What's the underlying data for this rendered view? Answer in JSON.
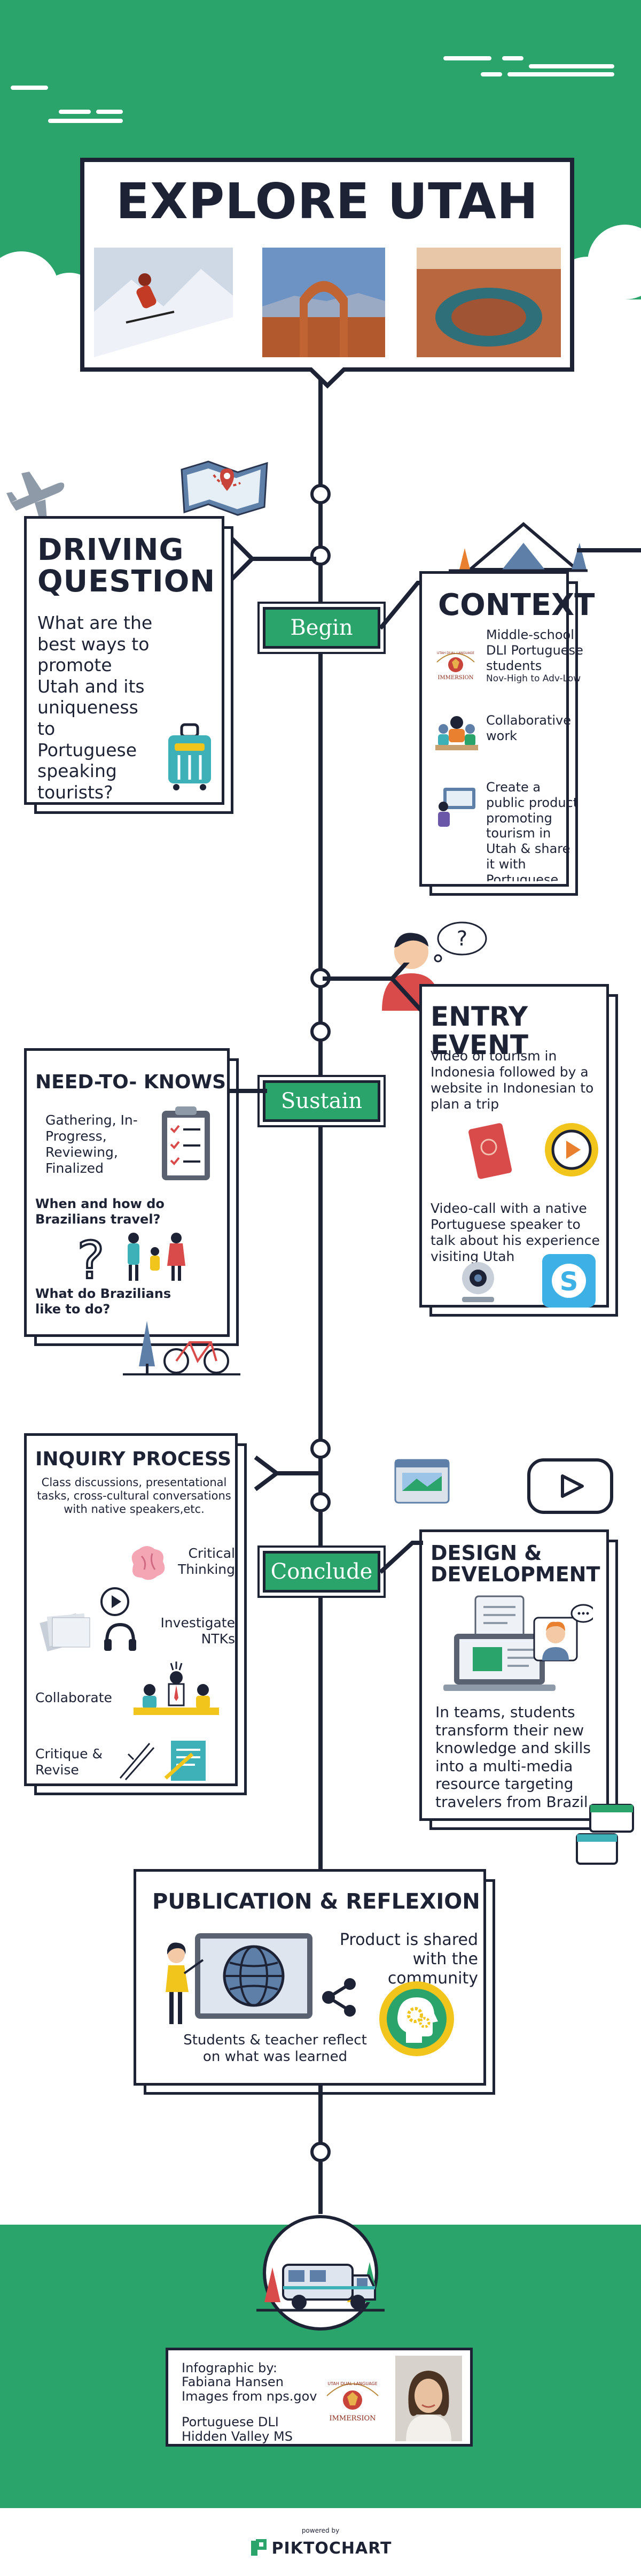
{
  "header": {
    "title": "EXPLORE UTAH"
  },
  "phases": {
    "begin": "Begin",
    "sustain": "Sustain",
    "conclude": "Conclude"
  },
  "driving_question": {
    "title_line1": "DRIVING",
    "title_line2": "QUESTION",
    "text": "What are the best ways to promote Utah and its uniqueness to Portuguese speaking tourists?"
  },
  "context": {
    "title": "CONTEXT",
    "item1": "Middle-school DLI Portuguese students",
    "item1_sub": "Nov-High to Adv-Low",
    "item2": "Collaborative work",
    "item3": "Create a public product promoting tourism in Utah & share it with Portuguese speaking visitors",
    "logo_top": "UTAH DUAL LANGUAGE",
    "logo_bottom": "IMMERSION"
  },
  "entry_event": {
    "title": "ENTRY EVENT",
    "text1": "Video of tourism in Indonesia followed by a website in Indonesian to plan a trip",
    "text2": "Video-call with a native Portuguese speaker to talk about his experience visiting Utah"
  },
  "need_to_knows": {
    "title": "NEED-TO- KNOWS",
    "stages": "Gathering, In-Progress, Reviewing, Finalized",
    "q1": "When and how do Brazilians travel?",
    "q2": "What do Brazilians like to do?"
  },
  "inquiry": {
    "title": "INQUIRY PROCESS",
    "intro": "Class discussions, presentational tasks, cross-cultural conversations with native speakers,etc.",
    "item1": "Critical Thinking",
    "item2": "Investigate NTKs",
    "item3": "Collaborate",
    "item4": "Critique & Revise"
  },
  "design": {
    "title_line1": "DESIGN &",
    "title_line2": "DEVELOPMENT",
    "text": "In teams, students transform their new knowledge and skills into a multi-media resource targeting travelers from Brazil."
  },
  "publication": {
    "title": "PUBLICATION & REFLEXION",
    "text1": "Product is shared with the community",
    "text2": "Students & teacher reflect on what was learned"
  },
  "credits": {
    "line1": "Infographic by:",
    "line2": "Fabiana Hansen",
    "line3": "Images from nps.gov",
    "line4": "Portuguese DLI",
    "line5": "Hidden Valley MS",
    "logo_top": "UTAH DUAL LANGUAGE",
    "logo_bottom": "IMMERSION"
  },
  "footer": {
    "powered": "powered by",
    "brand": "PIKTOCHART"
  },
  "colors": {
    "green": "#2ba46b",
    "navy": "#1e2235",
    "teal": "#3db0b8",
    "orange": "#e8802f",
    "red": "#c83a2a",
    "yellow": "#f2c51c"
  }
}
